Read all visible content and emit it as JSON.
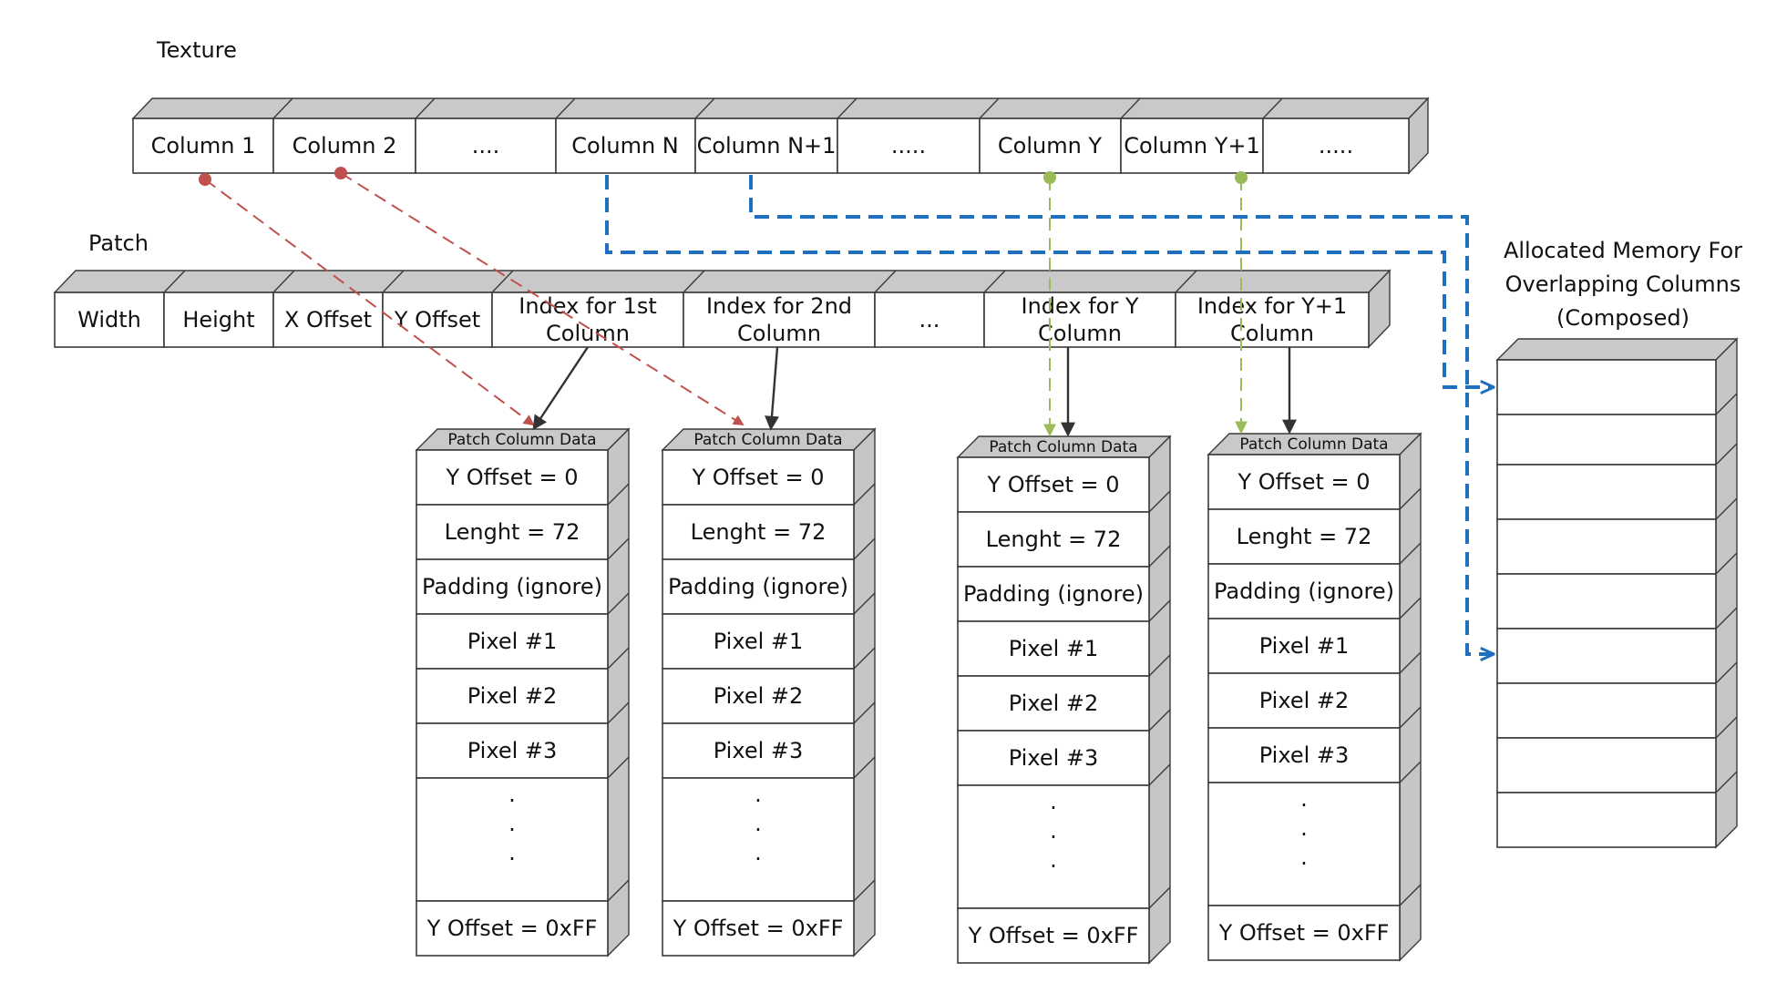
{
  "texture": {
    "label": "Texture",
    "cells": [
      "Column 1",
      "Column 2",
      "....",
      "Column N",
      "Column N+1",
      ".....",
      "Column Y",
      "Column Y+1",
      "....."
    ]
  },
  "patch": {
    "label": "Patch",
    "cells": [
      [
        "Width"
      ],
      [
        "Height"
      ],
      [
        "X Offset"
      ],
      [
        "Y Offset"
      ],
      [
        "Index for 1st",
        "Column"
      ],
      [
        "Index for 2nd",
        "Column"
      ],
      [
        "..."
      ],
      [
        "Index for Y",
        "Column"
      ],
      [
        "Index for Y+1",
        "Column"
      ]
    ]
  },
  "column_stack": {
    "header": "Patch Column Data",
    "rows": [
      "Y Offset = 0",
      "Lenght = 72",
      "Padding (ignore)",
      "Pixel #1",
      "Pixel #2",
      "Pixel #3",
      ".",
      "Y Offset = 0xFF"
    ]
  },
  "allocated": {
    "title_lines": [
      "Allocated Memory For",
      "Overlapping Columns",
      "(Composed)"
    ]
  },
  "colors": {
    "red_link": "#c0504d",
    "green_link": "#9bbb59",
    "blue_link": "#1f6fbf",
    "black_link": "#333333"
  }
}
